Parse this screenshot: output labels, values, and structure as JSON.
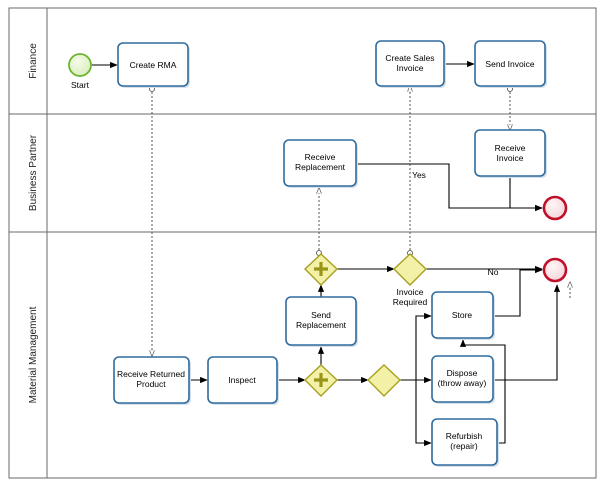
{
  "lanes": {
    "finance": "Finance",
    "business_partner": "Business Partner",
    "material_management": "Material Management"
  },
  "events": {
    "start": "Start"
  },
  "tasks": {
    "create_rma": "Create RMA",
    "create_sales_invoice": [
      "Create Sales",
      "Invoice"
    ],
    "send_invoice": "Send Invoice",
    "receive_replacement": [
      "Receive",
      "Replacement"
    ],
    "receive_invoice": [
      "Receive",
      "Invoice"
    ],
    "send_replacement": [
      "Send",
      "Replacement"
    ],
    "receive_returned_product": [
      "Receive Returned",
      "Product"
    ],
    "inspect": "Inspect",
    "store": "Store",
    "dispose": [
      "Dispose",
      "(throw away)"
    ],
    "refurbish": [
      "Refurbish",
      "(repair)"
    ]
  },
  "gateways": {
    "invoice_required": [
      "Invoice",
      "Required"
    ]
  },
  "flow_labels": {
    "yes": "Yes",
    "no": "No"
  },
  "colors": {
    "task_border": "#2e6b9e",
    "start_event": "#6bb52d",
    "end_event": "#c0102a",
    "gateway_fill": "#f3f0a8",
    "gateway_border": "#a8a020"
  }
}
